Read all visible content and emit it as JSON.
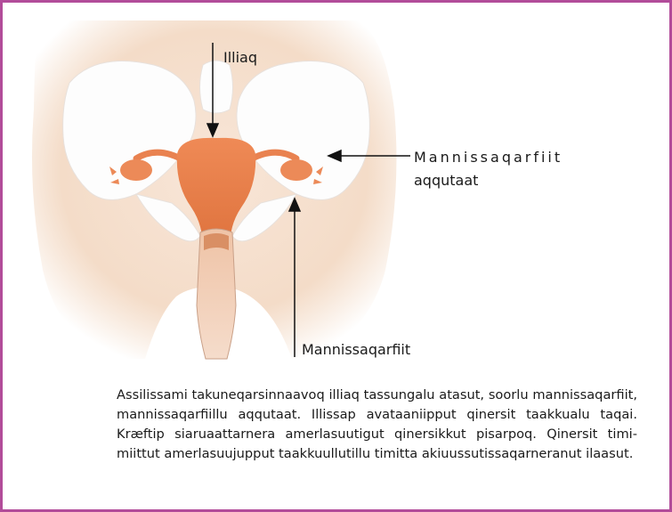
{
  "labels": {
    "top": "Illiaq",
    "right_line1": "Mannissaqarfiit",
    "right_line2": "aqqutaat",
    "bottom": "Mannissaqarfiit"
  },
  "caption": "Assilissami takuneqarsinnaavoq illiaq tassungalu atasut, soorlu mannissaqar­fiit, mannissaqarfiillu aqqutaat. Illissap avataaniipput qinersit taakkualu taqai. Kræftip siaruaattarnera amerlasuutigut qinersikkut pisarpoq. Qinersit timi­miittut amerlasuujupput taakkuullutillu timitta akiuussutissaqarneranut ilaasut.",
  "colors": {
    "border": "#b24c9a",
    "uterus": "#e9804f",
    "body": "#f6e2d2",
    "pelvis": "#fbfbfb"
  }
}
